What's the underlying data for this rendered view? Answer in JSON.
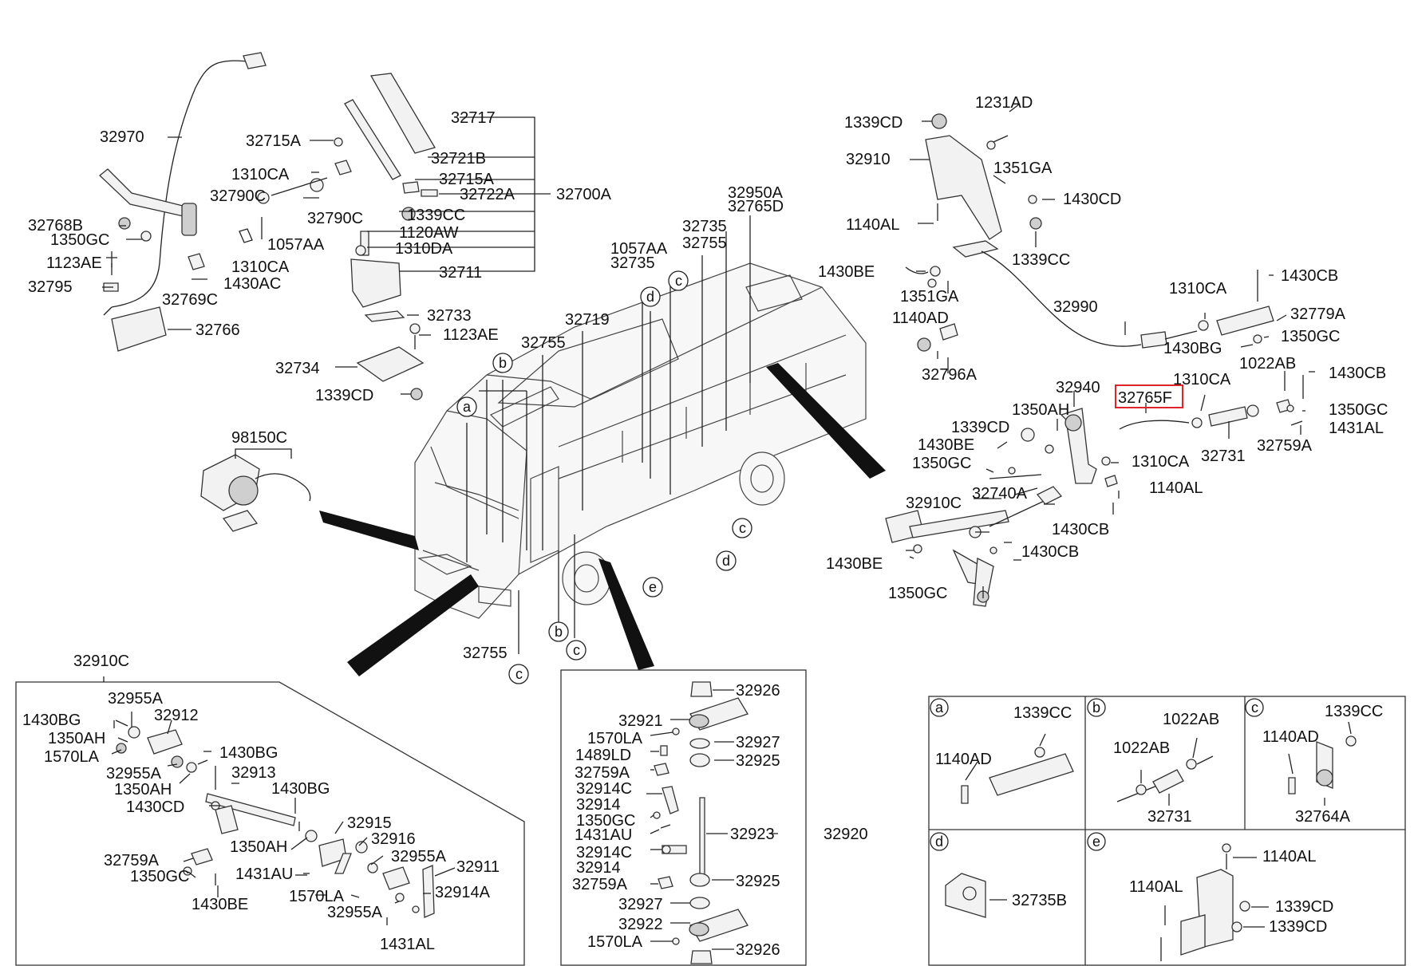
{
  "labels": {
    "l32970": "32970",
    "l32768B": "32768B",
    "l1350GC_a": "1350GC",
    "l1123AE_a": "1123AE",
    "l32795": "32795",
    "l32769C": "32769C",
    "l1430AC": "1430AC",
    "l32766": "32766",
    "l32715A_a": "32715A",
    "l32717": "32717",
    "l32721B": "32721B",
    "l32715A_b": "32715A",
    "l32722A": "32722A",
    "l32700A": "32700A",
    "l1310CA_a": "1310CA",
    "l32790C_a": "32790C",
    "l32790C_b": "32790C",
    "l1339CC_a": "1339CC",
    "l1120AW": "1120AW",
    "l1310DA": "1310DA",
    "l1057AA_a": "1057AA",
    "l1310CA_b": "1310CA",
    "l32711": "32711",
    "l32733": "32733",
    "l1123AE_b": "1123AE",
    "l32734": "32734",
    "l1339CD_a": "1339CD",
    "l98150C": "98150C",
    "l32950A": "32950A",
    "l32765D": "32765D",
    "l32735_a": "32735",
    "l32755_a": "32755",
    "l1057AA_b": "1057AA",
    "l32735_b": "32735",
    "l32719": "32719",
    "l32755_b": "32755",
    "l32755_c": "32755",
    "l1339CD_b": "1339CD",
    "l1231AD": "1231AD",
    "l32910": "32910",
    "l1351GA_a": "1351GA",
    "l1430CD_a": "1430CD",
    "l1140AL_a": "1140AL",
    "l1339CC_b": "1339CC",
    "l1430BE_a": "1430BE",
    "l1351GA_b": "1351GA",
    "l32990": "32990",
    "l1310CA_c": "1310CA",
    "l1430CB_a": "1430CB",
    "l1140AD_a": "1140AD",
    "l32779A": "32779A",
    "l1430BG_a": "1430BG",
    "l1350GC_b": "1350GC",
    "l32796A": "32796A",
    "l32940": "32940",
    "l1310CA_d": "1310CA",
    "l1022AB_a": "1022AB",
    "l1430CB_b": "1430CB",
    "l32765F": "32765F",
    "l1350AH_a": "1350AH",
    "l1339CD_c": "1339CD",
    "l1350GC_c": "1350GC",
    "l1430BE_b": "1430BE",
    "l1431AL_a": "1431AL",
    "l32731_a": "32731",
    "l32759A_a": "32759A",
    "l1350GC_d": "1350GC",
    "l1310CA_e": "1310CA",
    "l1140AL_b": "1140AL",
    "l32910C_a": "32910C",
    "l32740A": "32740A",
    "l1430CB_c": "1430CB",
    "l1430CB_d": "1430CB",
    "l1430BE_c": "1430BE",
    "l1350GC_e": "1350GC",
    "l32910C_b": "32910C",
    "l32955A_a": "32955A",
    "l1430BG_b": "1430BG",
    "l32912": "32912",
    "l1350AH_b": "1350AH",
    "l1570LA_a": "1570LA",
    "l1430BG_c": "1430BG",
    "l32955A_b": "32955A",
    "l32913": "32913",
    "l1350AH_c": "1350AH",
    "l1430BG_d": "1430BG",
    "l1430CD_b": "1430CD",
    "l32915": "32915",
    "l1350AH_d": "1350AH",
    "l32916": "32916",
    "l32955A_c": "32955A",
    "l32759A_b": "32759A",
    "l32911": "32911",
    "l1350GC_f": "1350GC",
    "l1431AU_a": "1431AU",
    "l32914A": "32914A",
    "l1570LA_b": "1570LA",
    "l1430BE_d": "1430BE",
    "l32955A_d": "32955A",
    "l1431AL_b": "1431AL",
    "l32926_a": "32926",
    "l32921": "32921",
    "l1570LA_c": "1570LA",
    "l32927_a": "32927",
    "l1489LD": "1489LD",
    "l32925_a": "32925",
    "l32759A_c": "32759A",
    "l32914C_a": "32914C",
    "l32914_a": "32914",
    "l1350GC_g": "1350GC",
    "l32923": "32923",
    "l32920": "32920",
    "l1431AU_b": "1431AU",
    "l32914C_b": "32914C",
    "l32914_b": "32914",
    "l32759A_d": "32759A",
    "l32925_b": "32925",
    "l32927_b": "32927",
    "l32922": "32922",
    "l1570LA_d": "1570LA",
    "l32926_b": "32926",
    "la_1339CC": "1339CC",
    "la_1140AD": "1140AD",
    "lb_1022AB_a": "1022AB",
    "lb_1022AB_b": "1022AB",
    "lb_32731": "32731",
    "lc_1339CC": "1339CC",
    "lc_1140AD": "1140AD",
    "lc_32764A": "32764A",
    "ld_32735B": "32735B",
    "le_1140AL_a": "1140AL",
    "le_1140AL_b": "1140AL",
    "le_1339CD_a": "1339CD",
    "le_1339CD_b": "1339CD"
  },
  "callouts": {
    "a": "a",
    "b": "b",
    "c": "c",
    "d": "d",
    "e": "e"
  },
  "highlight": {
    "part": "32765F",
    "color": "#e0242a"
  }
}
